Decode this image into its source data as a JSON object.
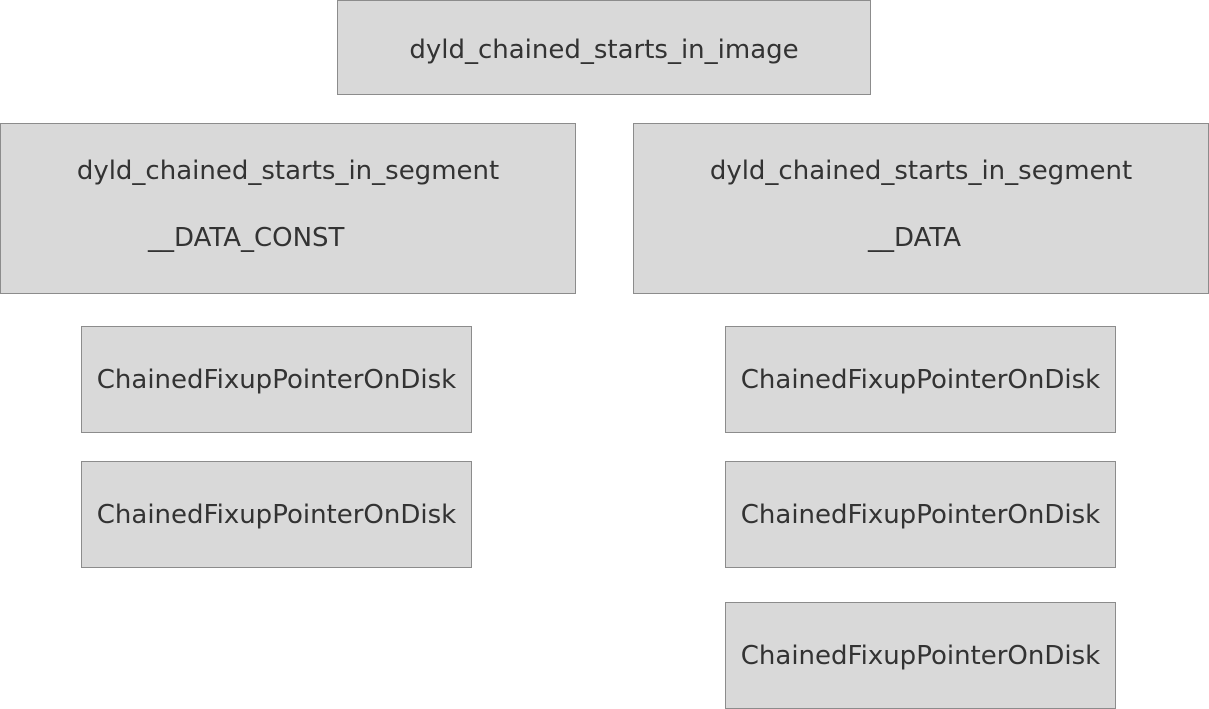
{
  "image": {
    "label": "dyld_chained_starts_in_image"
  },
  "segments": [
    {
      "label": "dyld_chained_starts_in_segment",
      "name": "__DATA_CONST",
      "pointers": [
        "ChainedFixupPointerOnDisk",
        "ChainedFixupPointerOnDisk"
      ]
    },
    {
      "label": "dyld_chained_starts_in_segment",
      "name": "__DATA",
      "pointers": [
        "ChainedFixupPointerOnDisk",
        "ChainedFixupPointerOnDisk",
        "ChainedFixupPointerOnDisk"
      ]
    }
  ],
  "colors": {
    "box_fill": "#d9d9d9",
    "box_border": "#8c8c8c",
    "text": "#333333"
  }
}
